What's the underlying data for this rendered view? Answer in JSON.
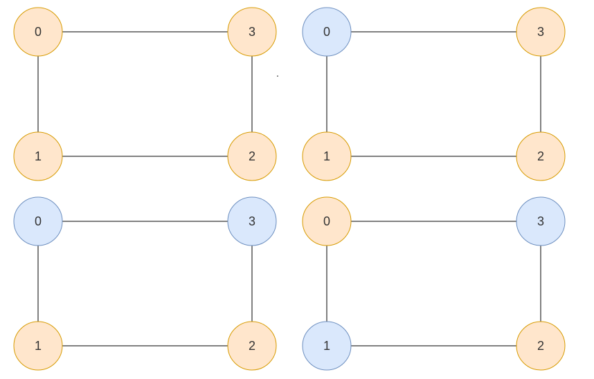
{
  "colors": {
    "orange_fill": "#ffe6cc",
    "orange_stroke": "#d79b00",
    "blue_fill": "#dae8fc",
    "blue_stroke": "#6c8ebf",
    "edge": "#000000"
  },
  "graphs": [
    {
      "id": "top-left",
      "nodes": [
        {
          "label": "0",
          "color": "orange"
        },
        {
          "label": "3",
          "color": "orange"
        },
        {
          "label": "1",
          "color": "orange"
        },
        {
          "label": "2",
          "color": "orange"
        }
      ]
    },
    {
      "id": "top-right",
      "nodes": [
        {
          "label": "0",
          "color": "blue"
        },
        {
          "label": "3",
          "color": "orange"
        },
        {
          "label": "1",
          "color": "orange"
        },
        {
          "label": "2",
          "color": "orange"
        }
      ]
    },
    {
      "id": "bottom-left",
      "nodes": [
        {
          "label": "0",
          "color": "blue"
        },
        {
          "label": "3",
          "color": "blue"
        },
        {
          "label": "1",
          "color": "orange"
        },
        {
          "label": "2",
          "color": "orange"
        }
      ]
    },
    {
      "id": "bottom-right",
      "nodes": [
        {
          "label": "0",
          "color": "orange"
        },
        {
          "label": "3",
          "color": "blue"
        },
        {
          "label": "1",
          "color": "blue"
        },
        {
          "label": "2",
          "color": "orange"
        }
      ]
    }
  ]
}
